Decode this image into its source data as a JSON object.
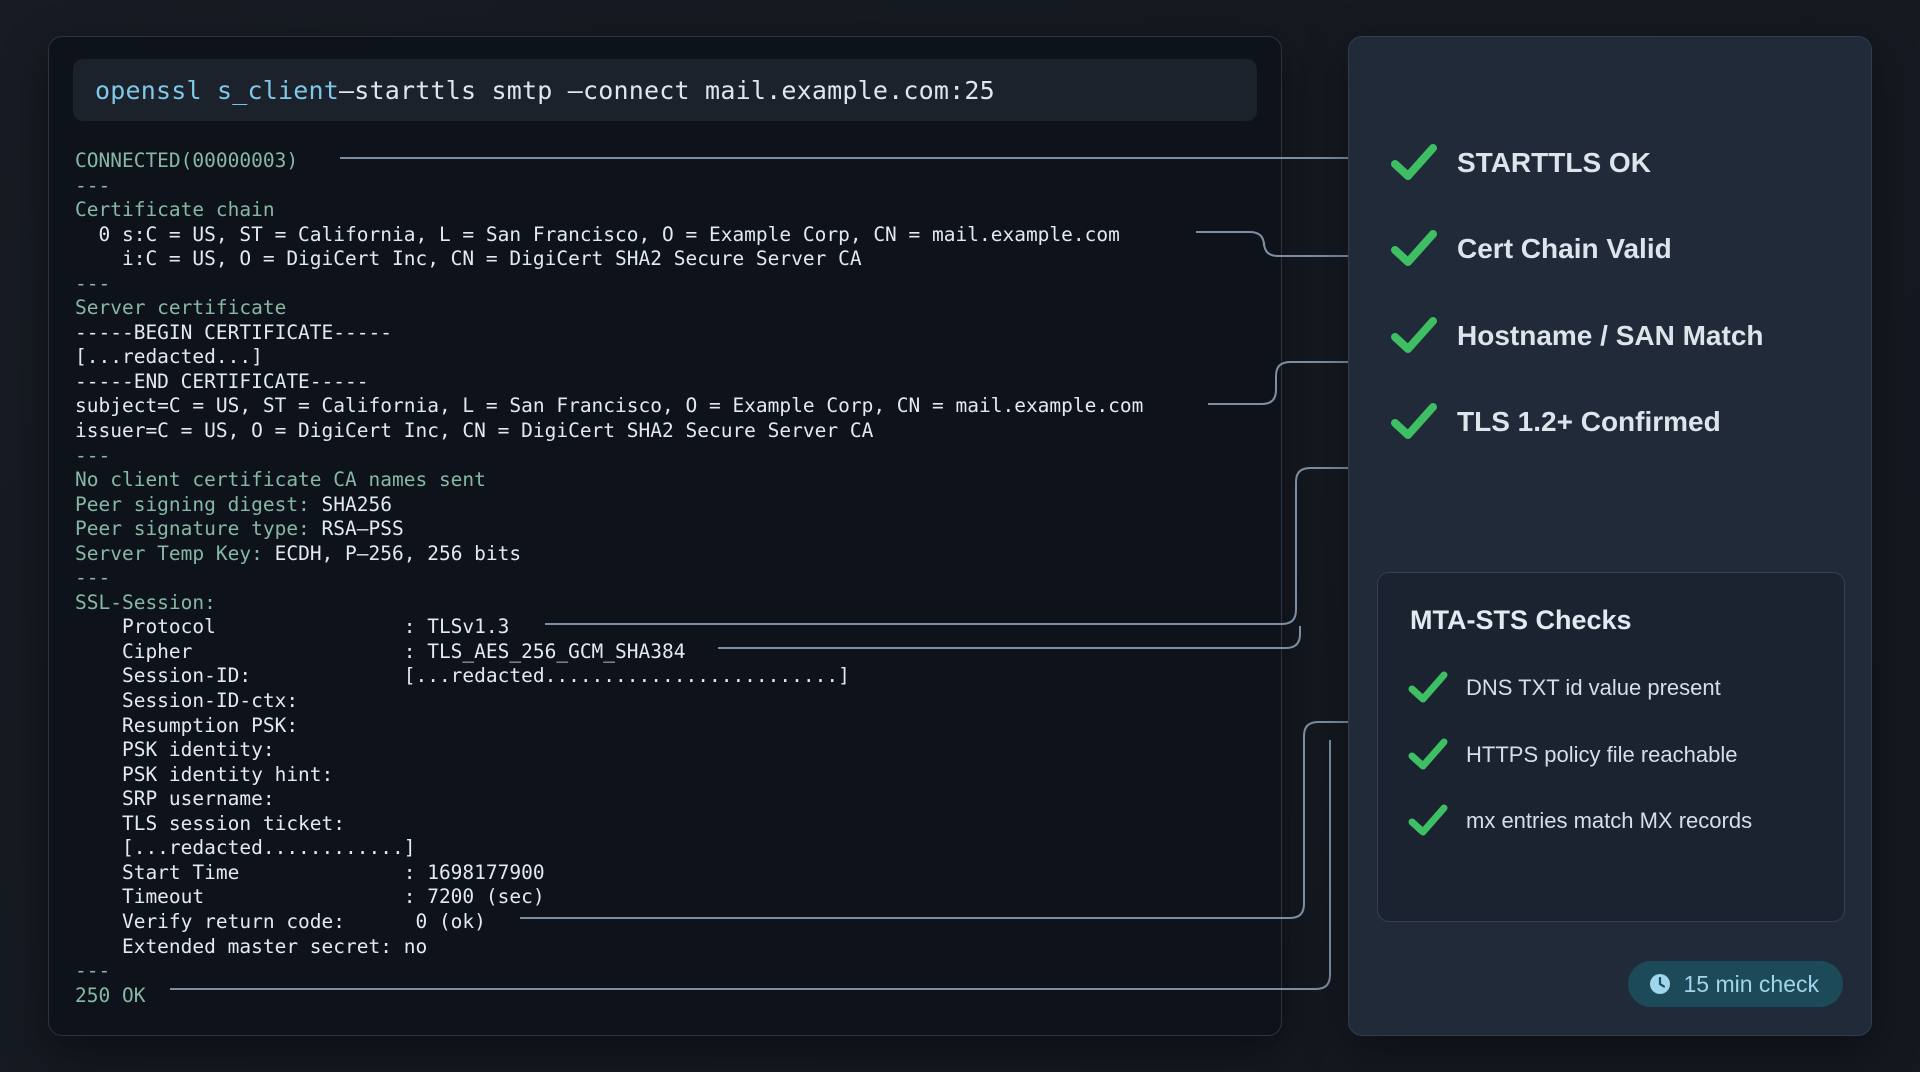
{
  "command": {
    "program": "openssl s_client",
    "arguments": " –starttls smtp –connect mail.example.com:25"
  },
  "terminal": {
    "lines": [
      {
        "text": "CONNECTED(00000003)",
        "style": "g"
      },
      {
        "text": "---",
        "style": "g"
      },
      {
        "text": "Certificate chain",
        "style": "g"
      },
      {
        "text": "  0 s:C = US, ST = California, L = San Francisco, O = Example Corp, CN = mail.example.com",
        "style": "w"
      },
      {
        "text": "    i:C = US, O = DigiCert Inc, CN = DigiCert SHA2 Secure Server CA",
        "style": "w"
      },
      {
        "text": "---",
        "style": "g"
      },
      {
        "text": "Server certificate",
        "style": "g"
      },
      {
        "text": "-----BEGIN CERTIFICATE-----",
        "style": "w"
      },
      {
        "text": "[...redacted...]",
        "style": "w"
      },
      {
        "text": "-----END CERTIFICATE-----",
        "style": "w"
      },
      {
        "text": "subject=C = US, ST = California, L = San Francisco, O = Example Corp, CN = mail.example.com",
        "style": "w"
      },
      {
        "text": "issuer=C = US, O = DigiCert Inc, CN = DigiCert SHA2 Secure Server CA",
        "style": "w"
      },
      {
        "text": "---",
        "style": "g"
      },
      {
        "text": "No client certificate CA names sent",
        "style": "g"
      },
      {
        "text": "Peer signing digest: SHA256",
        "style": "mix",
        "label": "Peer signing digest: ",
        "value": "SHA256"
      },
      {
        "text": "Peer signature type: RSA-PSS",
        "style": "mix",
        "label": "Peer signature type: ",
        "value": "RSA–PSS"
      },
      {
        "text": "Server Temp Key: ECDH, P-256, 256 bits",
        "style": "mix",
        "label": "Server Temp Key: ",
        "value": "ECDH, P–256, 256 bits"
      },
      {
        "text": "---",
        "style": "g"
      },
      {
        "text": "SSL-Session:",
        "style": "g"
      },
      {
        "text": "    Protocol                : TLSv1.3",
        "style": "w"
      },
      {
        "text": "    Cipher                  : TLS_AES_256_GCM_SHA384",
        "style": "w"
      },
      {
        "text": "    Session-ID:             [...redacted.........................]",
        "style": "w"
      },
      {
        "text": "    Session-ID-ctx:",
        "style": "w"
      },
      {
        "text": "    Resumption PSK:",
        "style": "w"
      },
      {
        "text": "    PSK identity:",
        "style": "w"
      },
      {
        "text": "    PSK identity hint:",
        "style": "w"
      },
      {
        "text": "    SRP username:",
        "style": "w"
      },
      {
        "text": "    TLS session ticket:",
        "style": "w"
      },
      {
        "text": "    [...redacted............]",
        "style": "w"
      },
      {
        "text": "    Start Time              : 1698177900",
        "style": "w"
      },
      {
        "text": "    Timeout                 : 7200 (sec)",
        "style": "w"
      },
      {
        "text": "    Verify return code:      0 (ok)",
        "style": "w"
      },
      {
        "text": "    Extended master secret: no",
        "style": "w"
      },
      {
        "text": "---",
        "style": "g"
      },
      {
        "text": "250 OK",
        "style": "g"
      }
    ]
  },
  "results": {
    "checks": [
      {
        "label": "STARTTLS OK",
        "icon": "check-icon"
      },
      {
        "label": "Cert Chain Valid",
        "icon": "check-icon"
      },
      {
        "label": "Hostname / SAN Match",
        "icon": "check-icon"
      },
      {
        "label": "TLS 1.2+ Confirmed",
        "icon": "check-icon"
      }
    ],
    "mtasts": {
      "title": "MTA-STS Checks",
      "items": [
        {
          "label": "DNS TXT id value present",
          "icon": "check-icon"
        },
        {
          "label": "HTTPS policy file reachable",
          "icon": "check-icon"
        },
        {
          "label": "mx entries match MX records",
          "icon": "check-icon"
        }
      ]
    },
    "badge": {
      "icon": "clock-icon",
      "label": "15 min check"
    }
  },
  "colors": {
    "check_green": "#3fbf63",
    "terminal_bg": "#0e131b",
    "panel_bg": "#212a38",
    "accent_cyan": "#7fc8e8",
    "badge_bg": "#1c4a58",
    "connector": "#8fa4bb"
  }
}
